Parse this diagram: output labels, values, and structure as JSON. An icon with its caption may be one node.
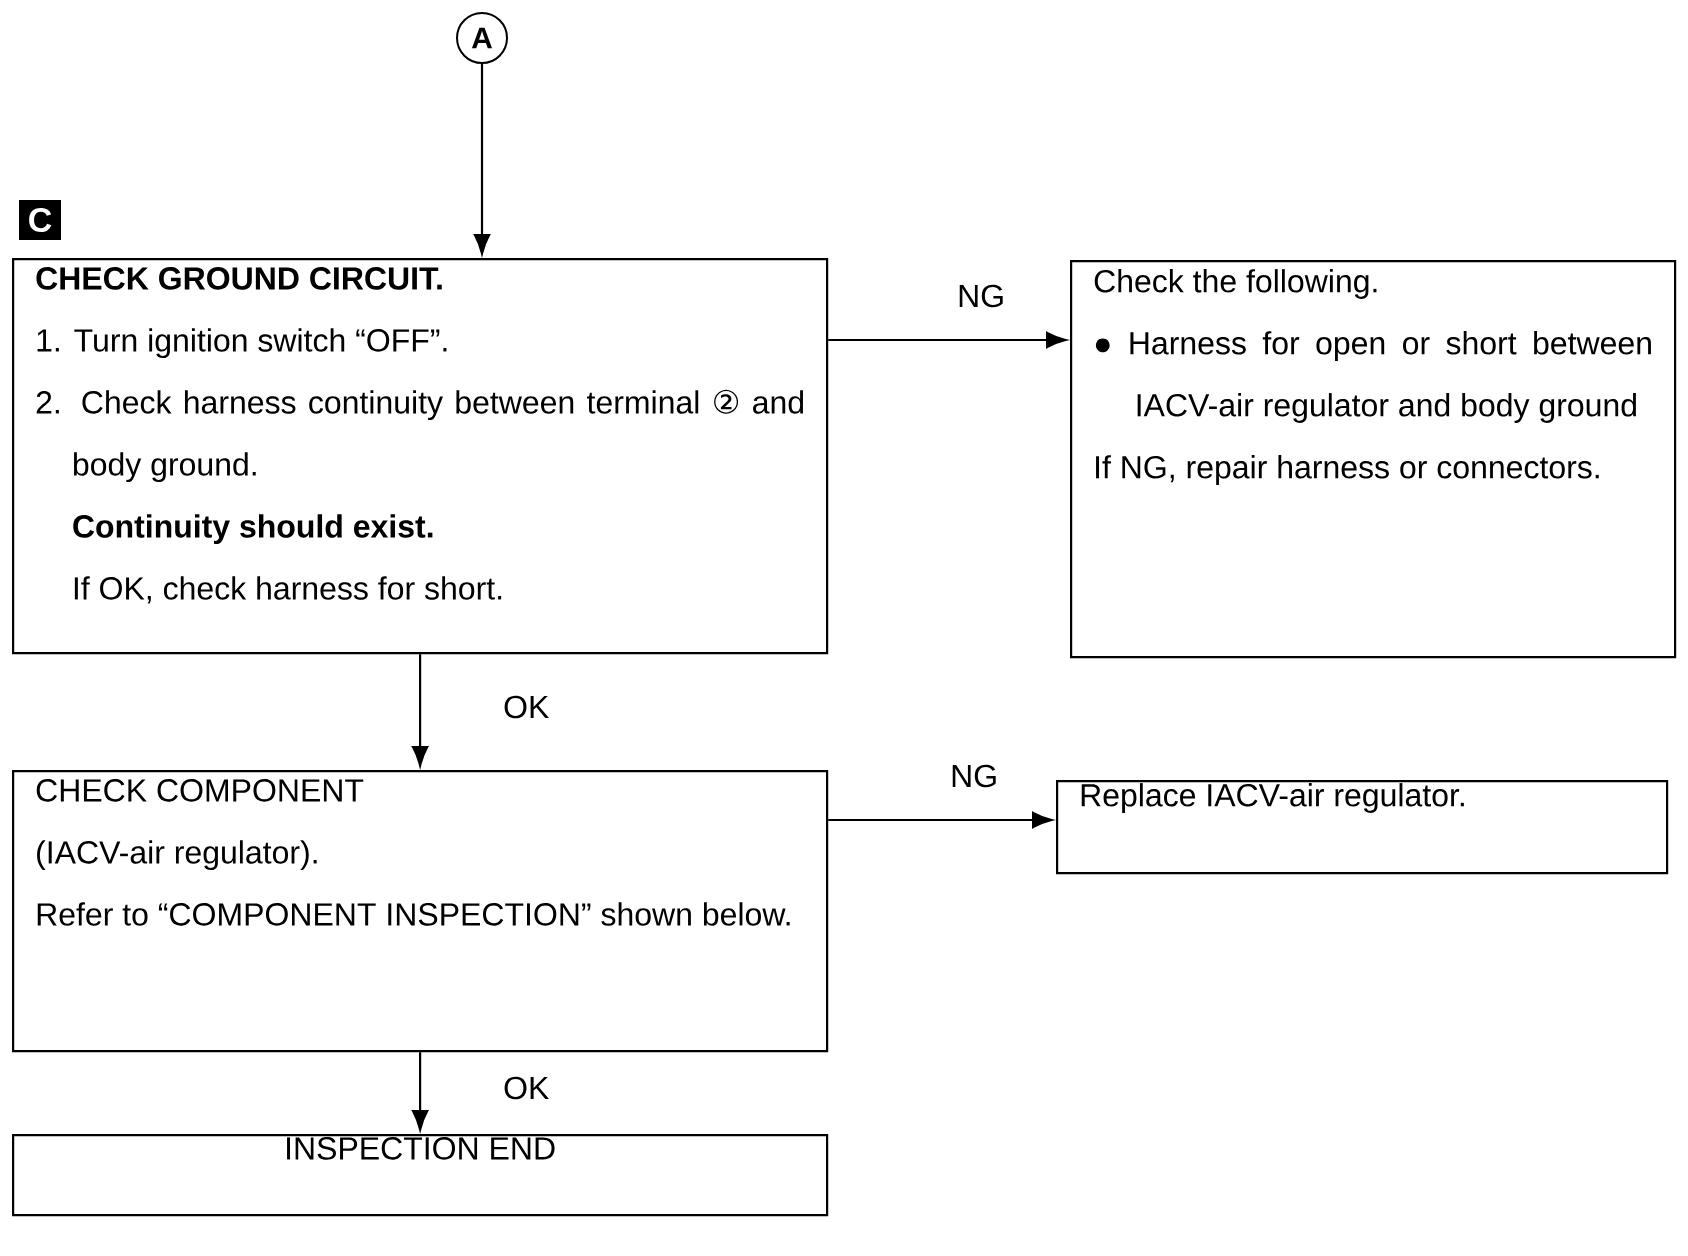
{
  "diagram": {
    "nodes": [
      {
        "text": [
          "A"
        ]
      },
      {
        "text": [
          "CHECK GROUND CIRCUIT.",
          "1. Turn ignition switch “OFF”.",
          "2. Check harness continuity between terminal ② and body ground.",
          "Continuity should exist.",
          "If OK, check harness for short."
        ],
        "beside": [
          "C"
        ]
      },
      {
        "text": [
          "Check the following.",
          "● Harness for open or short between IACV-air regulator and body ground",
          "If NG, repair harness or connectors."
        ]
      },
      {
        "text": [
          "CHECK COMPONENT",
          "(IACV-air regulator).",
          "Refer to “COMPONENT INSPECTION” shown below."
        ]
      },
      {
        "text": [
          "Replace IACV-air regulator."
        ]
      },
      {
        "text": [
          "INSPECTION END"
        ]
      }
    ],
    "edges": [
      {
        "from": 0,
        "to": 1,
        "arrow": "to"
      },
      {
        "from": 1,
        "to": 2,
        "arrow": "to",
        "label": "NG"
      },
      {
        "from": 1,
        "to": 3,
        "arrow": "to",
        "label": "OK"
      },
      {
        "from": 3,
        "to": 4,
        "arrow": "to",
        "label": "NG"
      },
      {
        "from": 3,
        "to": 5,
        "arrow": "to",
        "label": "OK"
      }
    ]
  }
}
